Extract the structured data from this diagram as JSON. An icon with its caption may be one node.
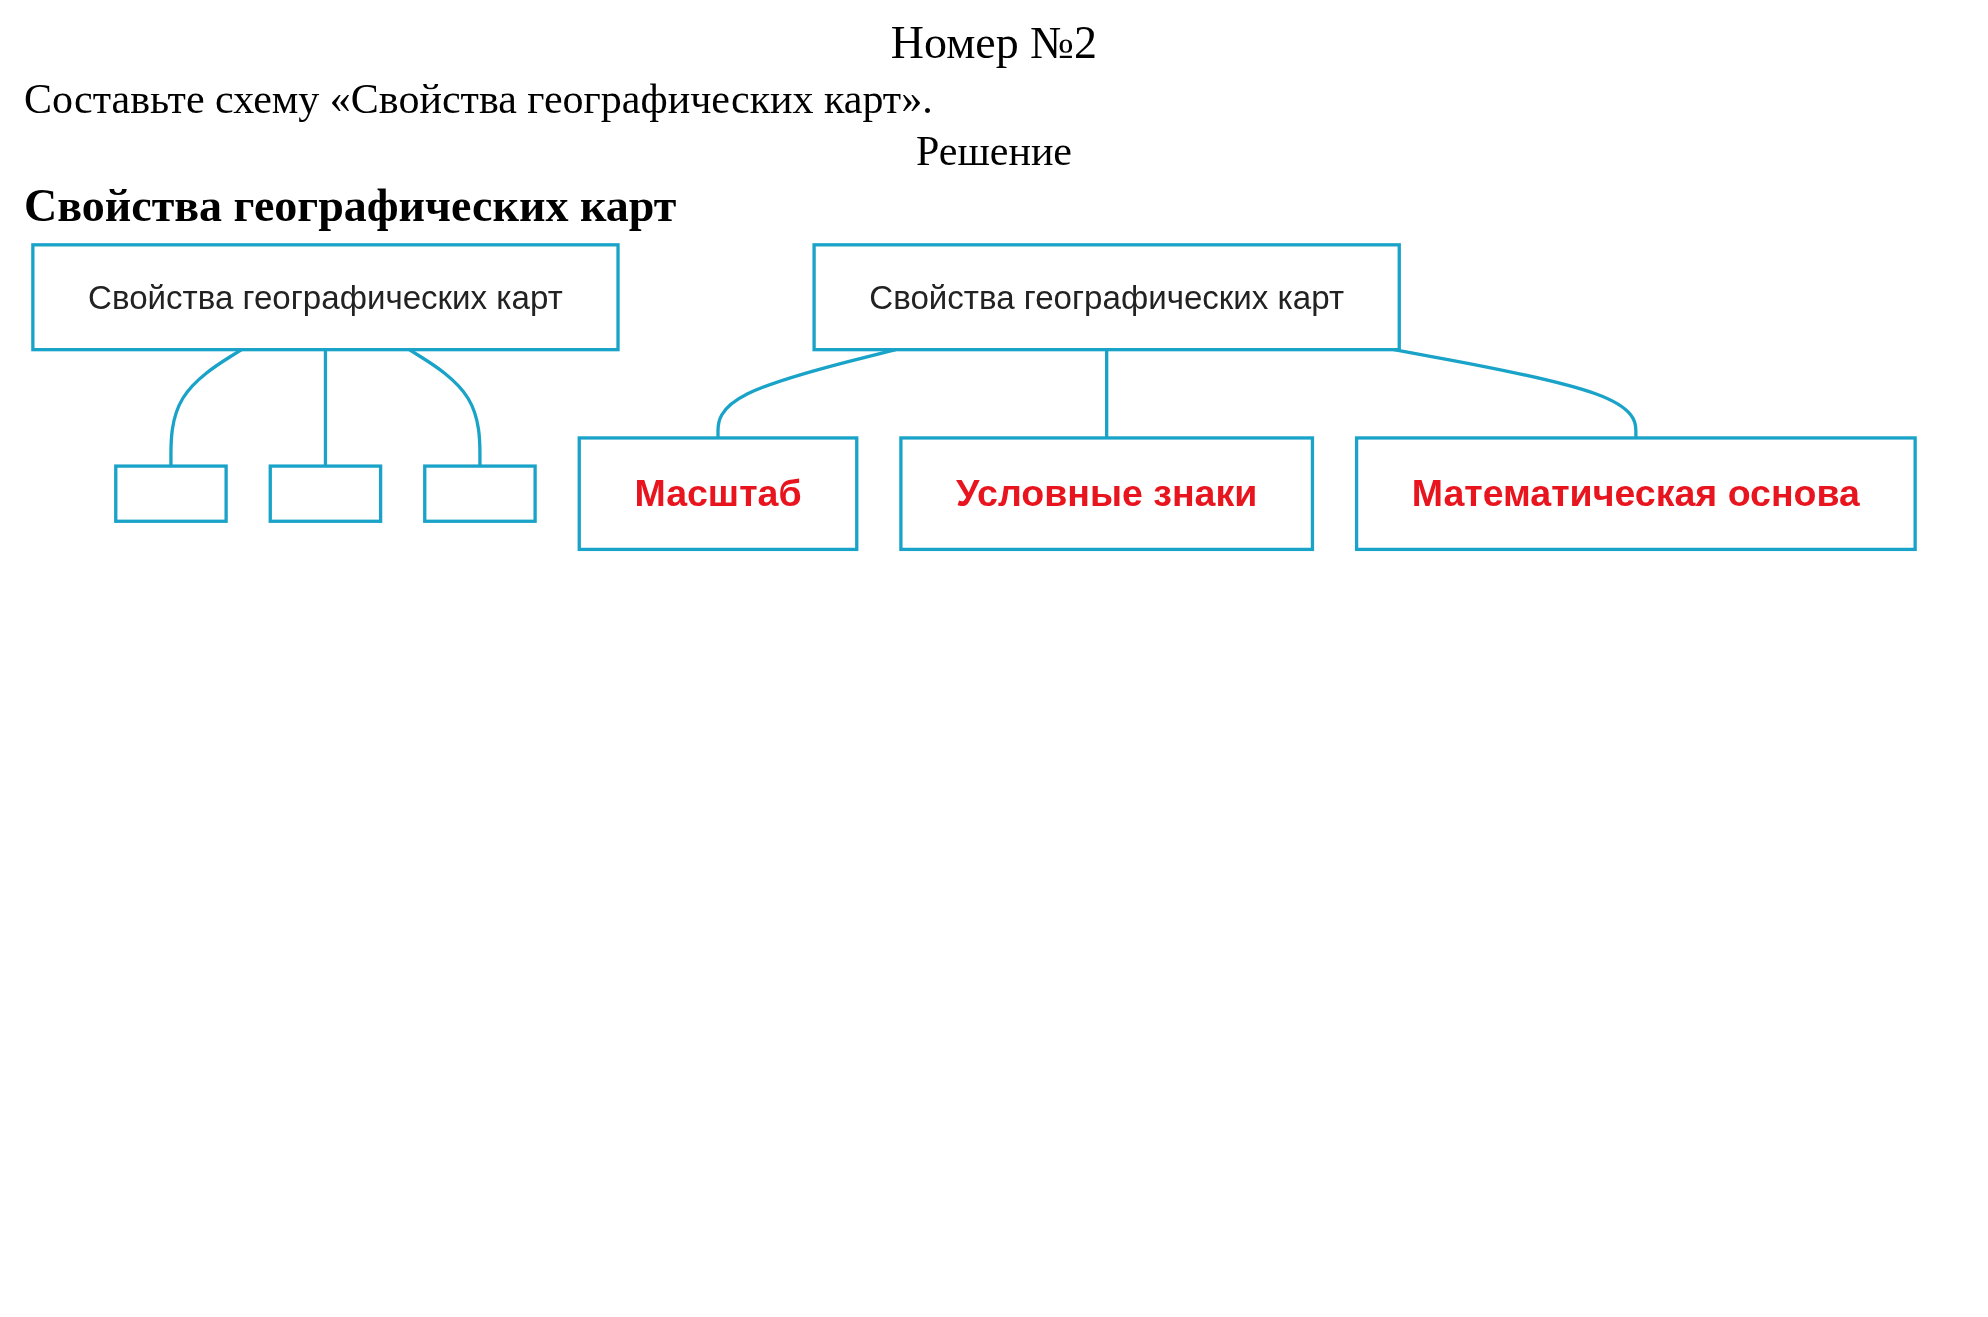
{
  "diagram": {
    "title": "Номер №2",
    "nodes": [
      {
        "text": [
          "Свойства географических карт"
        ]
      },
      {
        "text": [],
        "shape": "box"
      },
      {
        "text": [],
        "shape": "box"
      },
      {
        "text": [],
        "shape": "box"
      },
      {
        "text": [
          "Свойства географических карт"
        ]
      },
      {
        "text": [
          "Масштаб"
        ]
      },
      {
        "text": [
          "Условные знаки"
        ]
      },
      {
        "text": [
          "Математическая основа"
        ]
      }
    ],
    "edges": [
      {
        "from": 0,
        "to": 1,
        "arrow": "none"
      },
      {
        "from": 0,
        "to": 2,
        "arrow": "none"
      },
      {
        "from": 0,
        "to": 3,
        "arrow": "none"
      },
      {
        "from": 4,
        "to": 5,
        "arrow": "none"
      },
      {
        "from": 4,
        "to": 6,
        "arrow": "none"
      },
      {
        "from": 4,
        "to": 7,
        "arrow": "none"
      }
    ],
    "labels": [
      "Составьте схему «Свойства географических карт».",
      "Решение",
      "Свойства географических карт"
    ]
  }
}
